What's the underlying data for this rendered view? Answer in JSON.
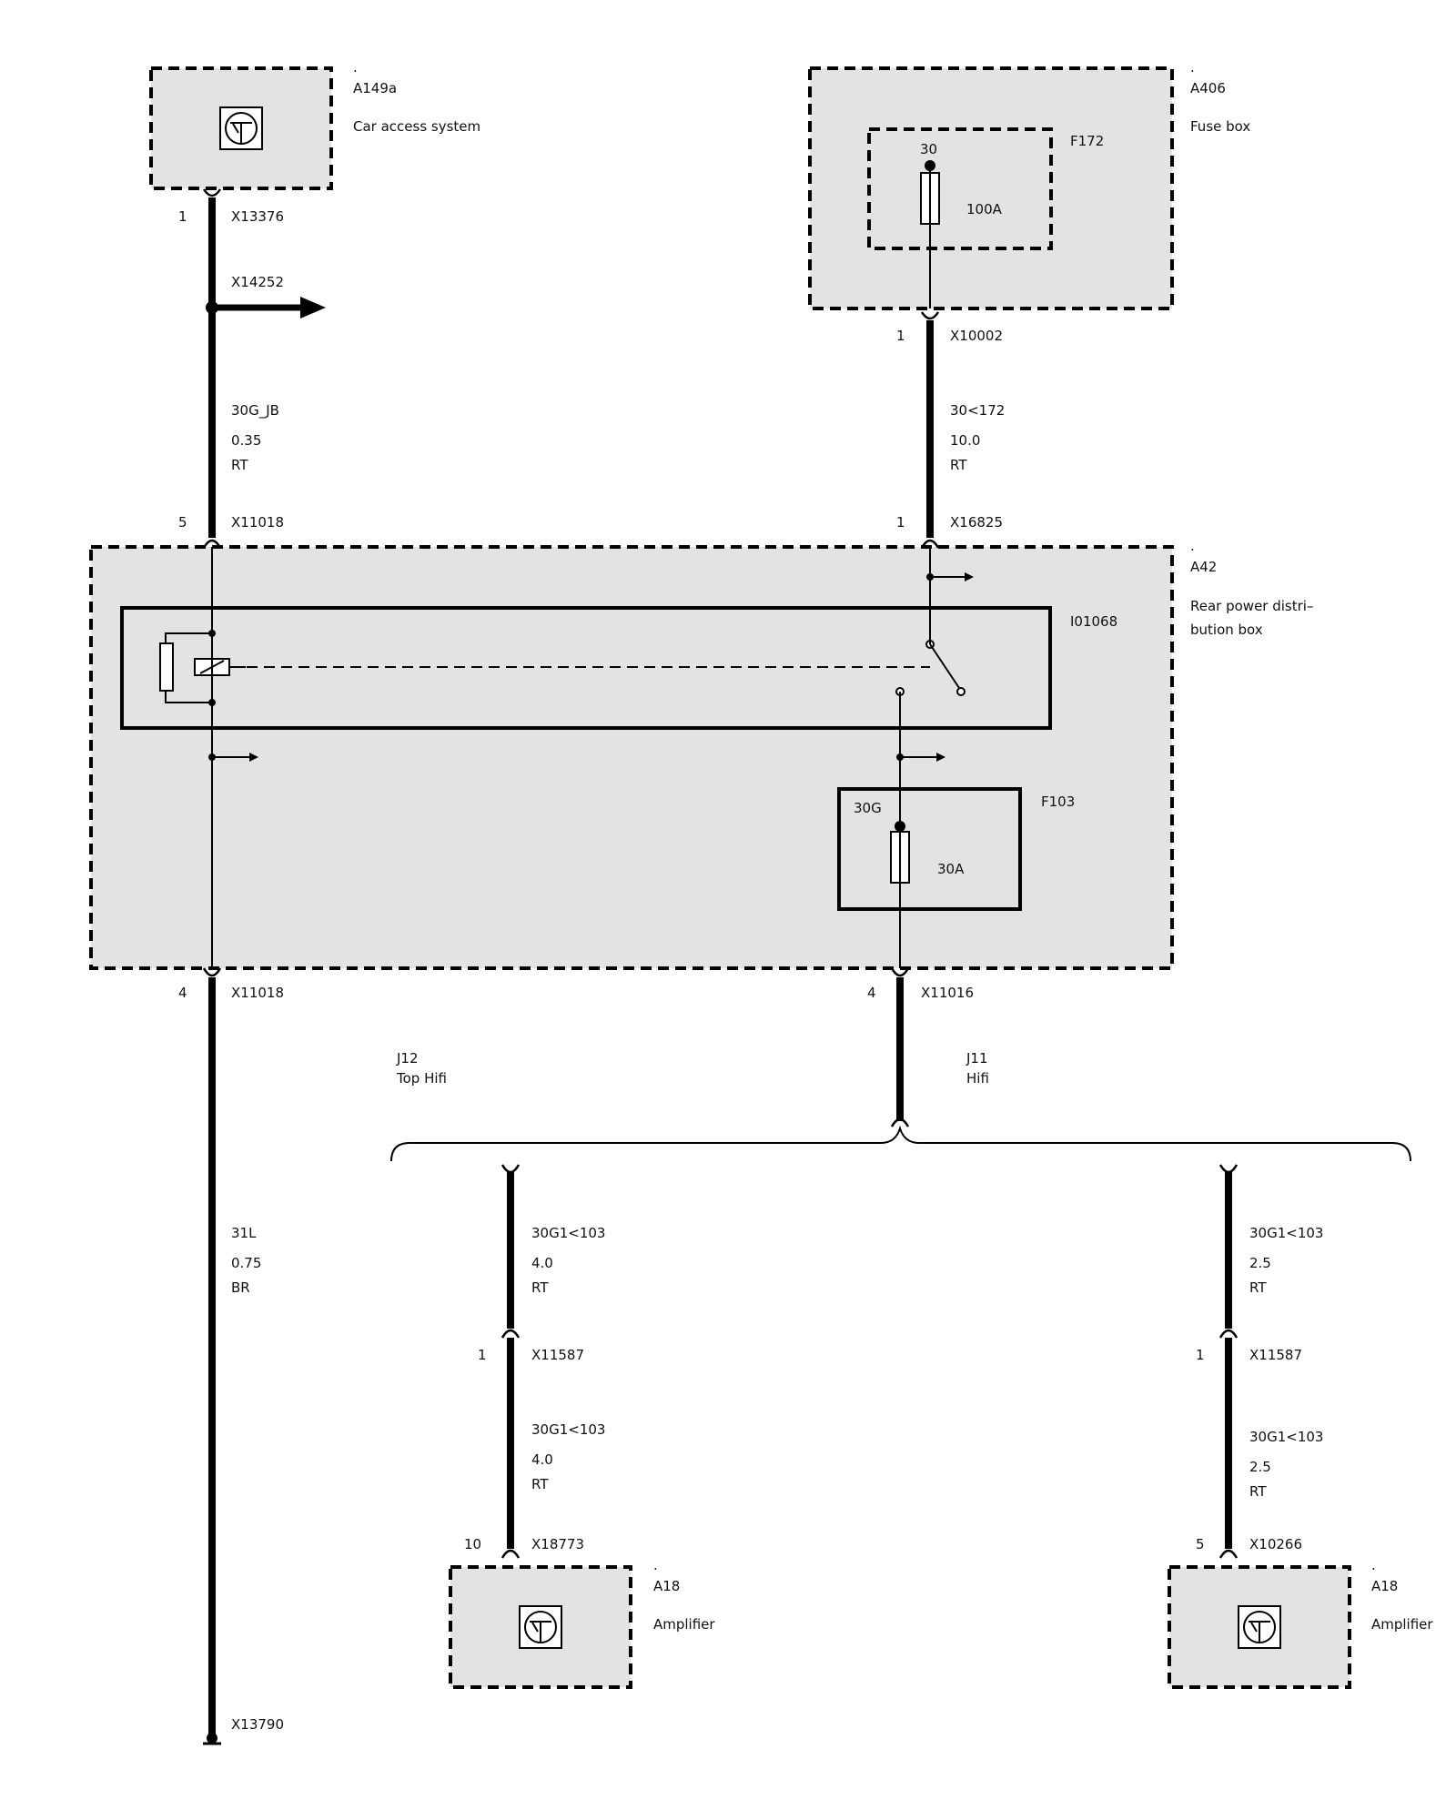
{
  "components": {
    "car_access": {
      "dot": ".",
      "id": "A149a",
      "name": "Car access system"
    },
    "fuse_box": {
      "dot": ".",
      "id": "A406",
      "name": "Fuse box",
      "fuse_id": "F172",
      "fuse_pin": "30",
      "fuse_rating": "100A"
    },
    "rear_power": {
      "dot": ".",
      "id": "A42",
      "name_line1": "Rear power distri–",
      "name_line2": "bution box",
      "relay_id": "I01068",
      "fuse_id": "F103",
      "fuse_pin": "30G",
      "fuse_rating": "30A"
    },
    "amp_left": {
      "dot": ".",
      "id": "A18",
      "name": "Amplifier"
    },
    "amp_right": {
      "dot": ".",
      "id": "A18",
      "name": "Amplifier"
    }
  },
  "connectors": {
    "c1": {
      "pin": "1",
      "name": "X13376"
    },
    "splice": {
      "name": "X14252"
    },
    "c2": {
      "pin": "1",
      "name": "X10002"
    },
    "c3": {
      "pin": "5",
      "name": "X11018"
    },
    "c4": {
      "pin": "1",
      "name": "X16825"
    },
    "c5": {
      "pin": "4",
      "name": "X11018"
    },
    "c6": {
      "pin": "4",
      "name": "X11016"
    },
    "c7": {
      "pin": "1",
      "name": "X11587"
    },
    "c8": {
      "pin": "1",
      "name": "X11587"
    },
    "c9": {
      "pin": "10",
      "name": "X18773"
    },
    "c10": {
      "pin": "5",
      "name": "X10266"
    },
    "ground": {
      "name": "X13790"
    }
  },
  "wires": {
    "w1": {
      "signal": "30G_JB",
      "size": "0.35",
      "color": "RT"
    },
    "w2": {
      "signal": "30<172",
      "size": "10.0",
      "color": "RT"
    },
    "w3": {
      "signal": "31L",
      "size": "0.75",
      "color": "BR"
    },
    "w4": {
      "signal": "30G1<103",
      "size": "4.0",
      "color": "RT"
    },
    "w5": {
      "signal": "30G1<103",
      "size": "4.0",
      "color": "RT"
    },
    "w6": {
      "signal": "30G1<103",
      "size": "2.5",
      "color": "RT"
    },
    "w7": {
      "signal": "30G1<103",
      "size": "2.5",
      "color": "RT"
    }
  },
  "variants": {
    "j12": {
      "code": "J12",
      "name": "Top Hifi"
    },
    "j11": {
      "code": "J11",
      "name": "Hifi"
    }
  }
}
